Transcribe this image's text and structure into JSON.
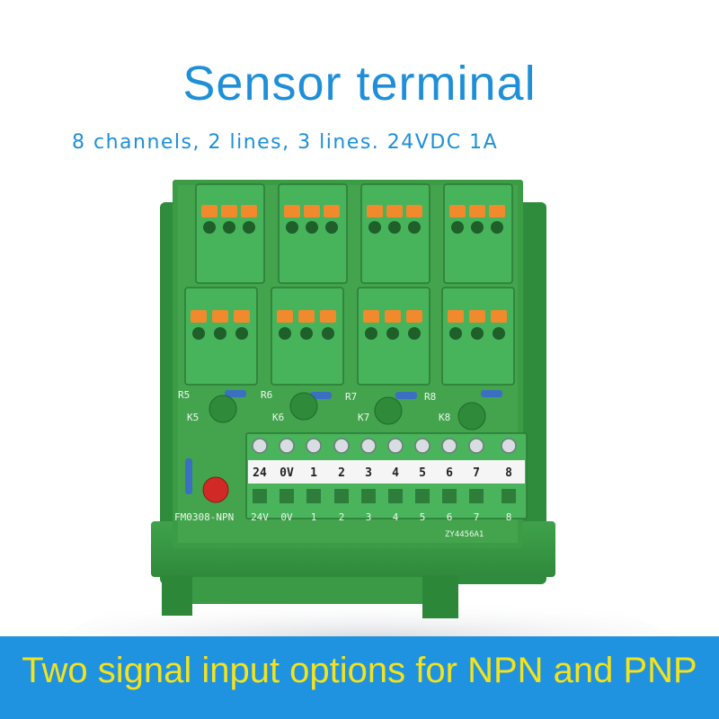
{
  "header": {
    "title": "Sensor terminal",
    "subtitle": "8 channels, 2 lines, 3 lines. 24VDC 1A"
  },
  "banner": {
    "text": "Two signal input options for NPN and PNP"
  },
  "board": {
    "model": "FM0308-NPN",
    "code": "ZY4456A1",
    "terminal_labels_top": [
      "24",
      "0V",
      "1",
      "2",
      "3",
      "4",
      "5",
      "6",
      "7",
      "8"
    ],
    "terminal_labels_bottom": [
      "24V",
      "0V",
      "1",
      "2",
      "3",
      "4",
      "5",
      "6",
      "7",
      "8"
    ],
    "led_labels": [
      "K5",
      "K6",
      "K7",
      "K8"
    ],
    "resistor_labels": [
      "R5",
      "R6",
      "R7",
      "R8"
    ]
  },
  "colors": {
    "accent_blue": "#1e8fd8",
    "banner_blue": "#1f93e0",
    "banner_text": "#f3e21c",
    "housing_green": "#3b9c45",
    "connector_green": "#47b35a",
    "lever_orange": "#f08a2c"
  }
}
